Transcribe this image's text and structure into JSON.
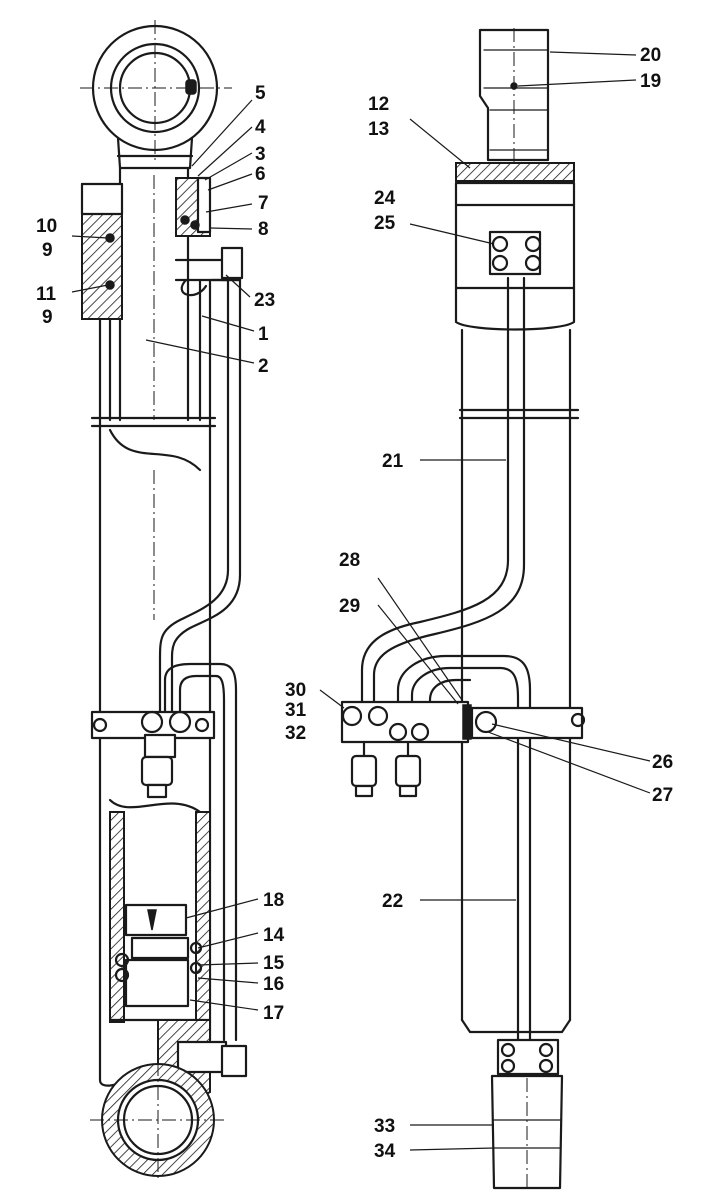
{
  "callouts": [
    {
      "id": "c1",
      "text": "1"
    },
    {
      "id": "c2",
      "text": "2"
    },
    {
      "id": "c3",
      "text": "3"
    },
    {
      "id": "c4",
      "text": "4"
    },
    {
      "id": "c5",
      "text": "5"
    },
    {
      "id": "c6",
      "text": "6"
    },
    {
      "id": "c7",
      "text": "7"
    },
    {
      "id": "c8",
      "text": "8"
    },
    {
      "id": "c9a",
      "text": "9"
    },
    {
      "id": "c9b",
      "text": "9"
    },
    {
      "id": "c10",
      "text": "10"
    },
    {
      "id": "c11",
      "text": "11"
    },
    {
      "id": "c12",
      "text": "12"
    },
    {
      "id": "c13",
      "text": "13"
    },
    {
      "id": "c14",
      "text": "14"
    },
    {
      "id": "c15",
      "text": "15"
    },
    {
      "id": "c16",
      "text": "16"
    },
    {
      "id": "c17",
      "text": "17"
    },
    {
      "id": "c18",
      "text": "18"
    },
    {
      "id": "c19",
      "text": "19"
    },
    {
      "id": "c20",
      "text": "20"
    },
    {
      "id": "c21",
      "text": "21"
    },
    {
      "id": "c22",
      "text": "22"
    },
    {
      "id": "c23",
      "text": "23"
    },
    {
      "id": "c24",
      "text": "24"
    },
    {
      "id": "c25",
      "text": "25"
    },
    {
      "id": "c26",
      "text": "26"
    },
    {
      "id": "c27",
      "text": "27"
    },
    {
      "id": "c28",
      "text": "28"
    },
    {
      "id": "c29",
      "text": "29"
    },
    {
      "id": "c30",
      "text": "30"
    },
    {
      "id": "c31",
      "text": "31"
    },
    {
      "id": "c32",
      "text": "32"
    },
    {
      "id": "c33",
      "text": "33"
    },
    {
      "id": "c34",
      "text": "34"
    }
  ]
}
